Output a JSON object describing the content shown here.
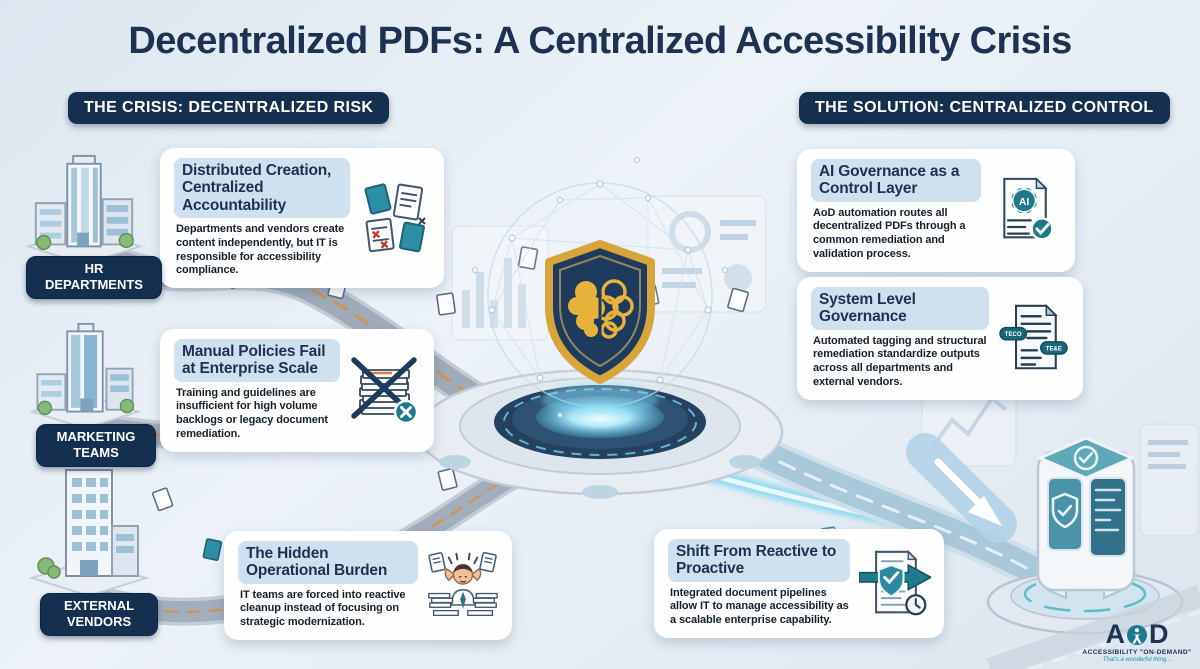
{
  "title": "Decentralized PDFs: A Centralized Accessibility Crisis",
  "crisis": {
    "badge": "THE CRISIS: DECENTRALIZED RISK",
    "sources": [
      {
        "label": "HR\nDEPARTMENTS"
      },
      {
        "label": "MARKETING\nTEAMS"
      },
      {
        "label": "EXTERNAL\nVENDORS"
      }
    ],
    "cards": [
      {
        "title": "Distributed Creation, Centralized Accountability",
        "body": "Departments and vendors create content independently, but IT is responsible for accessibility compliance."
      },
      {
        "title": "Manual Policies Fail at Enterprise Scale",
        "body": "Training and guidelines are insufficient for high volume backlogs or legacy document remediation."
      },
      {
        "title": "The Hidden Operational Burden",
        "body": "IT teams are forced into reactive cleanup instead of focusing on strategic modernization."
      }
    ]
  },
  "solution": {
    "badge": "THE SOLUTION: CENTRALIZED CONTROL",
    "cards": [
      {
        "title": "AI Governance as a Control Layer",
        "body": "AoD automation routes all decentralized PDFs through a common remediation and validation process."
      },
      {
        "title": "System Level Governance",
        "body": "Automated tagging and structural remediation standardize outputs across all departments and external vendors."
      },
      {
        "title": "Shift From Reactive to Proactive",
        "body": "Integrated document pipelines allow IT to manage accessibility as a scalable enterprise capability."
      }
    ]
  },
  "icons": {
    "ai_label": "AI",
    "tag_chip_1": "TECO",
    "tag_chip_2": "TE&E"
  },
  "logo": {
    "a": "A",
    "d": "D",
    "name": "ACCESSIBILITY \"ON-DEMAND\"",
    "tagline": "That's a wonderful thing..."
  },
  "colors": {
    "navy": "#15304f",
    "teal": "#1b7a8a",
    "gold": "#d9a53a",
    "orange": "#e09044",
    "highlight_blue": "#cfe1ef"
  }
}
